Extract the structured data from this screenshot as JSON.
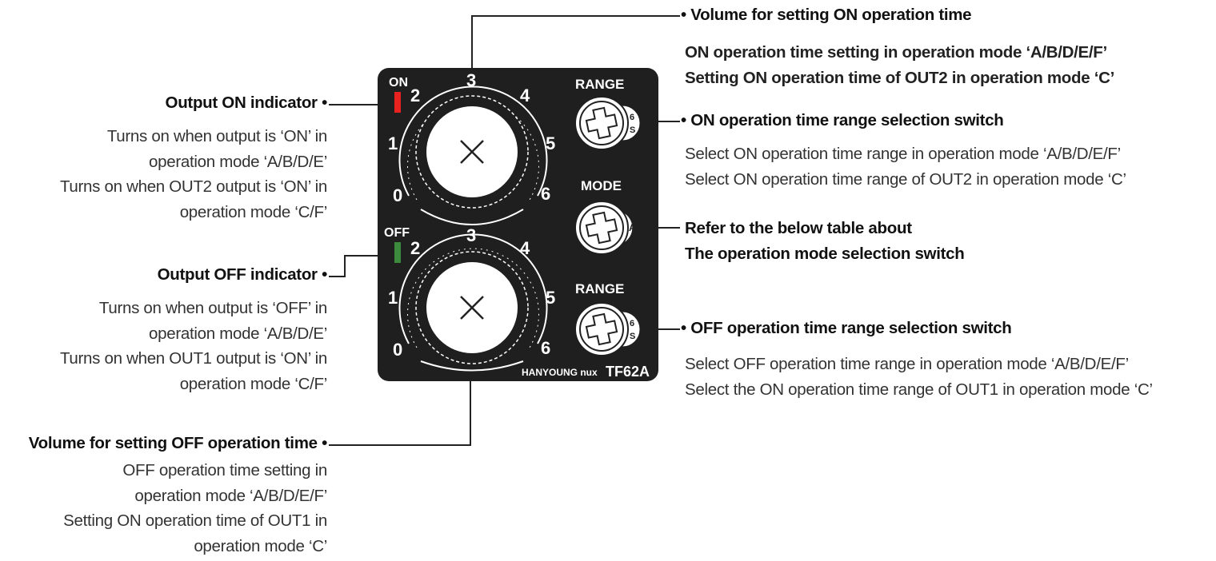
{
  "device": {
    "brand": "HANYOUNG nux",
    "model": "TF62A",
    "on_label": "ON",
    "off_label": "OFF",
    "range_label_top": "RANGE",
    "mode_label": "MODE",
    "range_label_bottom": "RANGE",
    "dial_numbers": [
      "0",
      "1",
      "2",
      "3",
      "4",
      "5",
      "6"
    ],
    "range_top_positions": [
      "6",
      "S"
    ],
    "mode_position": "A",
    "range_bottom_positions": [
      "6",
      "S"
    ],
    "colors": {
      "body": "#1f1f1f",
      "on_led": "#e8221e",
      "off_led": "#3b8a3e"
    }
  },
  "callouts": {
    "output_on": {
      "title": "Output ON indicator •",
      "lines": [
        "Turns on when output is ‘ON’ in",
        "operation mode ‘A/B/D/E’",
        "Turns on when OUT2 output is ‘ON’ in",
        "operation mode ‘C/F’"
      ]
    },
    "output_off": {
      "title": "Output OFF indicator •",
      "lines": [
        "Turns on when output is ‘OFF’ in",
        "operation mode ‘A/B/D/E’",
        "Turns on when OUT1 output is ‘ON’ in",
        "operation mode ‘C/F’"
      ]
    },
    "volume_off": {
      "title": "Volume for setting OFF operation time •",
      "lines": [
        "OFF operation time setting in",
        "operation mode ‘A/B/D/E/F’",
        "Setting ON operation time of OUT1 in",
        "operation mode ‘C’"
      ]
    },
    "volume_on": {
      "title": "• Volume for setting ON operation time",
      "lines": [
        "ON operation time setting in operation mode ‘A/B/D/E/F’",
        "Setting ON operation time of OUT2 in operation mode ‘C’"
      ]
    },
    "on_range": {
      "title": "• ON operation time range selection switch",
      "lines": [
        "Select ON operation time range in operation mode ‘A/B/D/E/F’",
        "Select ON operation time range of OUT2 in operation mode ‘C’"
      ]
    },
    "mode_switch": {
      "lines": [
        "Refer to the below table about",
        "The operation mode selection switch"
      ]
    },
    "off_range": {
      "title": "• OFF operation time range selection switch",
      "lines": [
        "Select OFF operation time range in operation mode ‘A/B/D/E/F’",
        "Select the ON operation time range of OUT1 in operation mode ‘C’"
      ]
    }
  }
}
